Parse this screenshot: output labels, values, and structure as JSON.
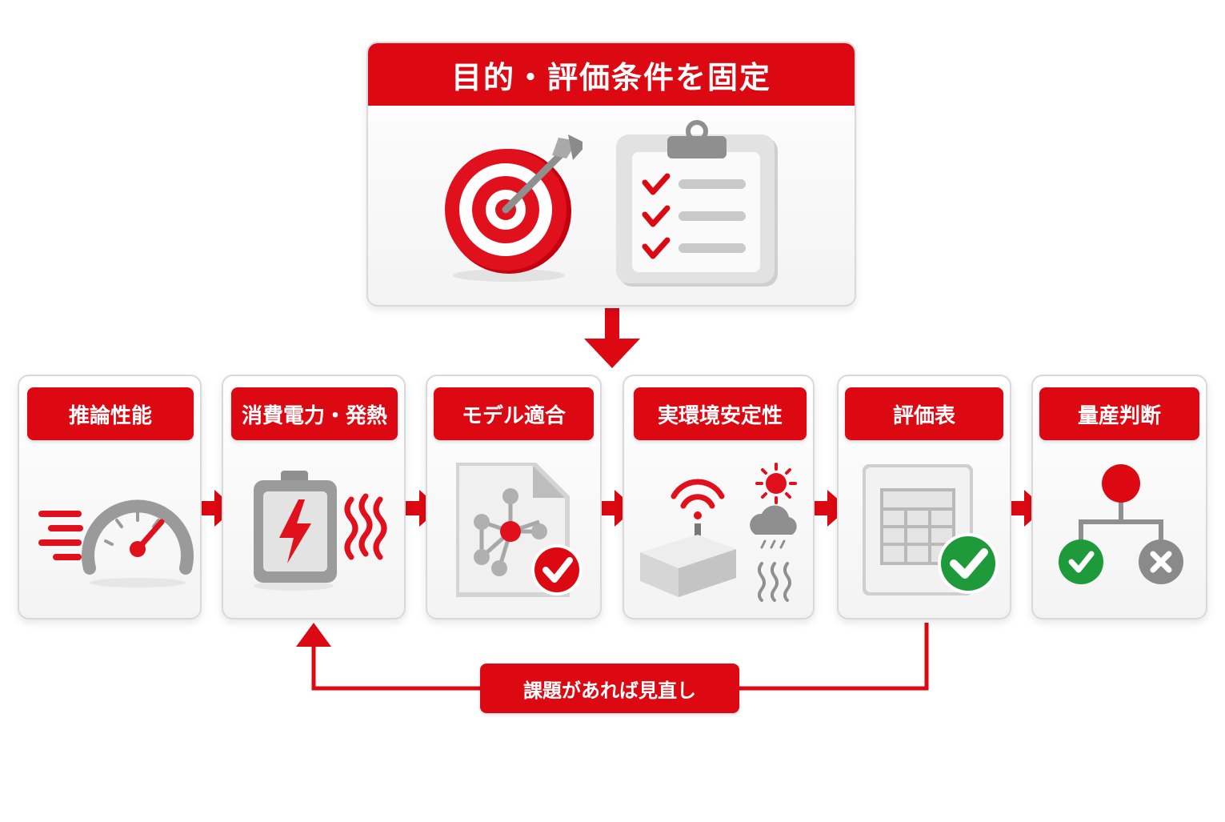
{
  "top": {
    "title": "目的・評価条件を固定",
    "icons": [
      "target-icon",
      "checklist-clipboard-icon"
    ]
  },
  "steps": [
    {
      "label": "推論性能",
      "icon": "speedometer-icon"
    },
    {
      "label": "消費電力・発熱",
      "icon": "battery-heat-icon"
    },
    {
      "label": "モデル適合",
      "icon": "model-document-check-icon"
    },
    {
      "label": "実環境安定性",
      "icon": "device-environment-icon"
    },
    {
      "label": "評価表",
      "icon": "evaluation-table-check-icon"
    },
    {
      "label": "量産判断",
      "icon": "decision-tree-icon"
    }
  ],
  "feedback": {
    "label": "課題があれば見直し"
  },
  "colors": {
    "accent": "#dc0812",
    "green": "#1e9a3a",
    "gray": "#c8c8c8"
  }
}
